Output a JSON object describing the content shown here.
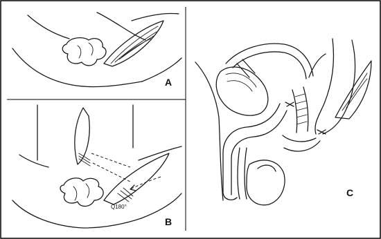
{
  "panels": {
    "a": {
      "label": "A"
    },
    "b": {
      "label": "B",
      "annotation": "Q180°"
    },
    "c": {
      "label": "C"
    }
  },
  "colors": {
    "ink": "#1a1a1a",
    "frame": "#000000",
    "background": "#ffffff"
  }
}
